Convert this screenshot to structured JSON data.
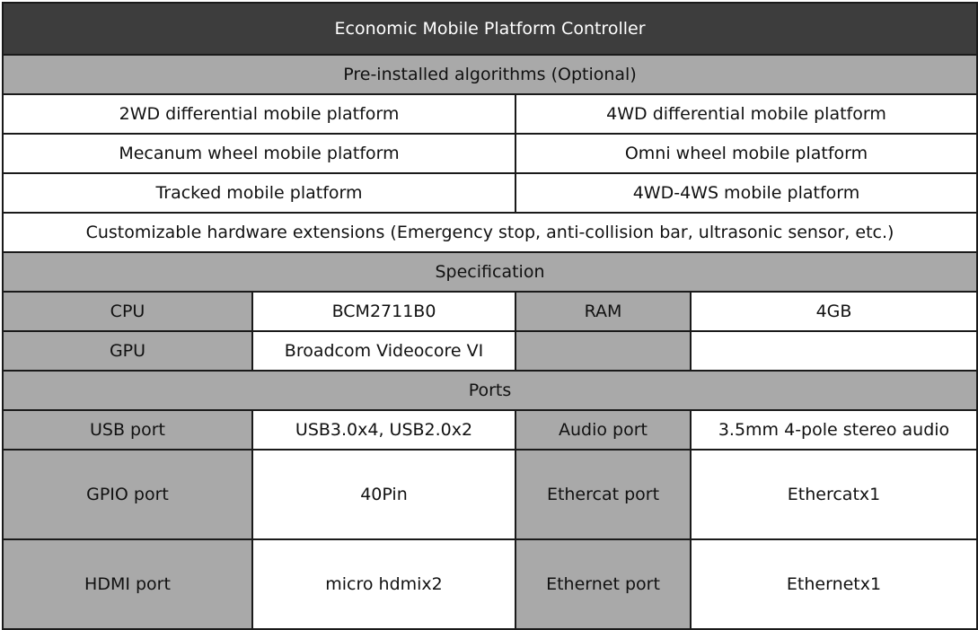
{
  "title": "Economic Mobile Platform Controller",
  "algorithms": {
    "header": "Pre-installed algorithms (Optional)",
    "rows": [
      [
        "2WD differential mobile platform",
        "4WD differential mobile platform"
      ],
      [
        "Mecanum wheel mobile platform",
        "Omni wheel mobile platform"
      ],
      [
        "Tracked mobile platform",
        "4WD-4WS mobile platform"
      ]
    ],
    "extensions": "Customizable hardware extensions (Emergency stop, anti-collision bar, ultrasonic sensor, etc.)"
  },
  "specification": {
    "header": "Specification",
    "rows": [
      {
        "label1": "CPU",
        "value1": "BCM2711B0",
        "label2": "RAM",
        "value2": "4GB"
      },
      {
        "label1": "GPU",
        "value1": "Broadcom Videocore VI",
        "label2": "",
        "value2": ""
      }
    ]
  },
  "ports": {
    "header": "Ports",
    "rows": [
      {
        "label1": "USB port",
        "value1": "USB3.0x4, USB2.0x2",
        "label2": "Audio port",
        "value2": "3.5mm 4-pole stereo audio"
      },
      {
        "label1": "GPIO port",
        "value1": "40Pin",
        "label2": "Ethercat port",
        "value2": "Ethercatx1"
      },
      {
        "label1": "HDMI port",
        "value1": "micro hdmix2",
        "label2": "Ethernet port",
        "value2": "Ethernetx1"
      }
    ]
  },
  "colors": {
    "title_bg": "#3d3d3d",
    "section_bg": "#a9a9a9",
    "border": "#1a1a1a"
  }
}
